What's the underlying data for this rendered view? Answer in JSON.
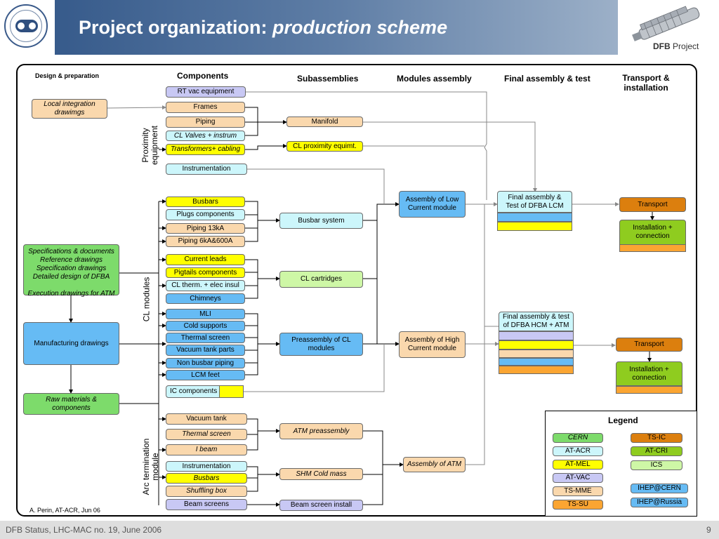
{
  "slide": {
    "title_main": "Project organization:",
    "title_italic": "production scheme",
    "dfb_bold": "DFB",
    "dfb_rest": "Project",
    "author": "A. Perin, AT-ACR, Jun 06",
    "footer": "DFB Status, LHC-MAC no. 19, June 2006",
    "page_number": "9"
  },
  "columns": {
    "design": "Design & preparation",
    "components": "Components",
    "subassemblies": "Subassemblies",
    "modules": "Modules assembly",
    "final": "Final assembly & test",
    "transport": "Transport & installation"
  },
  "group_labels": {
    "proximity": "Proximity equipment",
    "cl_modules": "CL modules",
    "arc_termination": "Arc termination module"
  },
  "design": {
    "local_integration": "Local integration drawimgs",
    "specs": [
      "Specifications & documents",
      "Reference drawings",
      "Specification drawings",
      "Detailed design of DFBA",
      "",
      "Execution drawings for ATM"
    ],
    "manufacturing": "Manufacturing drawings",
    "raw_materials": "Raw materials & components"
  },
  "components": {
    "rt_vac": "RT vac equipment",
    "frames": "Frames",
    "piping": "Piping",
    "cl_valves": "CL Valves + instrum",
    "transformers": "Transformers+ cabling",
    "instrumentation": "Instrumentation",
    "busbars": "Busbars",
    "plugs": "Plugs components",
    "piping13": "Piping 13kA",
    "piping6": "Piping 6kA&600A",
    "current_leads": "Current leads",
    "pigtails": "Pigtails components",
    "cl_therm": "CL therm. + elec insul",
    "chimneys": "Chimneys",
    "mli": "MLI",
    "cold_supports": "Cold supports",
    "thermal_screen": "Thermal screen",
    "vacuum_tank_parts": "Vacuum tank parts",
    "non_busbar": "Non busbar piping",
    "lcm_feet": "LCM feet",
    "ic_components": "IC components",
    "vacuum_tank": "Vacuum tank",
    "thermal_screen2": "Thermal screen",
    "i_beam": "I beam",
    "instrumentation2": "Instrumentation",
    "busbars2": "Busbars",
    "shuffling": "Shuffling box",
    "beam_screens": "Beam screens"
  },
  "subassemblies": {
    "manifold": "Manifold",
    "cl_proximity": "CL proximity equimt.",
    "busbar_system": "Busbar system",
    "cl_cartridges": "CL cartridges",
    "preassembly_cl": "Preassembly of CL modules",
    "atm_preassembly": "ATM preassembly",
    "shm_cold_mass": "SHM Cold mass",
    "beam_screen_install": "Beam screen install"
  },
  "modules": {
    "low_current": "Assembly of Low Current module",
    "high_current": "Assembly of High Current module",
    "atm": "Assembly of ATM"
  },
  "final": {
    "lcm": "Final assembly & Test of DFBA LCM",
    "hcm": "Final assembly & test of DFBA HCM + ATM"
  },
  "transport": {
    "transport1": "Transport",
    "install1": "Installation + connection",
    "transport2": "Transport",
    "install2": "Installation + connection"
  },
  "legend": {
    "title": "Legend",
    "items": [
      "CERN",
      "AT-ACR",
      "AT-MEL",
      "AT-VAC",
      "TS-MME",
      "TS-SU",
      "TS-IC",
      "AT-CRI",
      "ICS",
      "IHEP@CERN",
      "IHEP@Russia"
    ]
  },
  "colors": {
    "CERN": "#7ddb6b",
    "AT-ACR": "#ccf6fb",
    "AT-MEL": "#ffff00",
    "AT-VAC": "#c8c8f4",
    "TS-MME": "#fad8ad",
    "TS-SU": "#fba532",
    "TS-IC": "#dc7f0e",
    "AT-CRI": "#8fcc1f",
    "ICS": "#cef7a6",
    "IHEP@CERN": "#66bbf4",
    "IHEP@Russia": "#66bbf4",
    "header_blue": "#2f5486"
  }
}
